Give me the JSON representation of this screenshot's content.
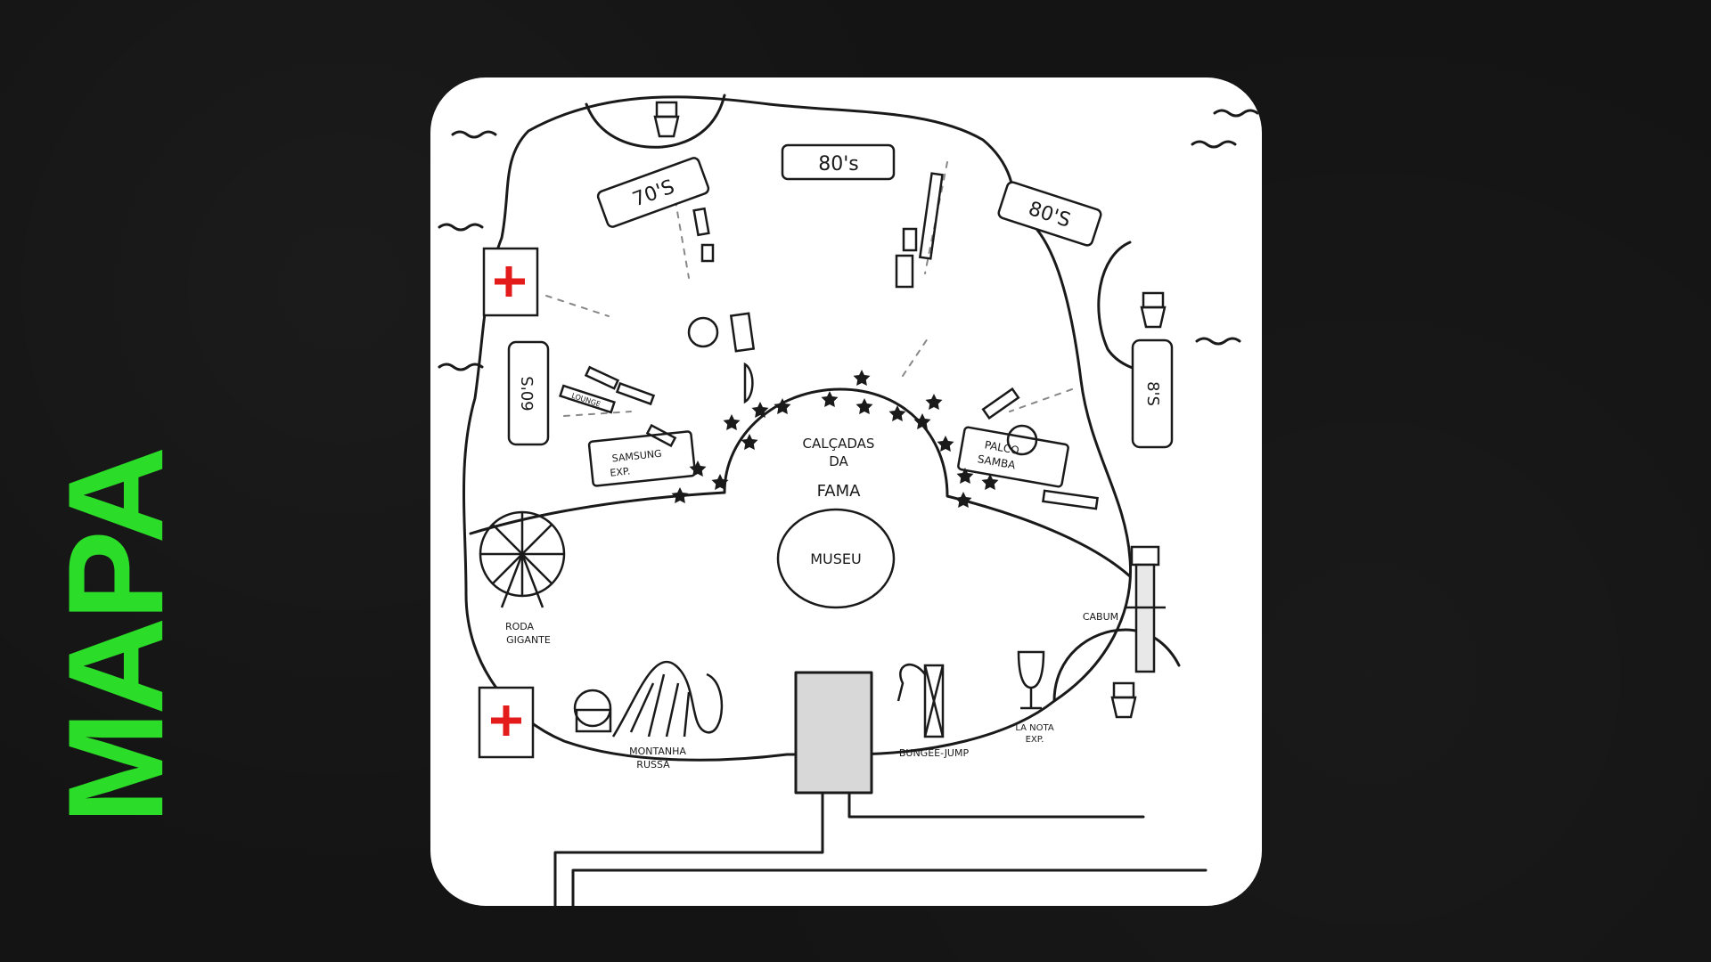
{
  "title": {
    "text": "MAPA",
    "color": "#2bdd28"
  },
  "colors": {
    "background": "#141414",
    "card": "#ffffff",
    "ink": "#1a1a1a",
    "first_aid": "#e31b1b"
  },
  "map": {
    "labels": {
      "stage_80s_top": "80's",
      "stage_70s": "70'S",
      "stage_80s_right": "80'S",
      "stage_60s": "60'S",
      "stage_80s_side": "8'S",
      "lounge": "LOUNGE",
      "calcadas_1": "CALÇADAS",
      "calcadas_2": "DA",
      "calcadas_3": "FAMA",
      "samsung_1": "SAMSUNG",
      "samsung_2": "EXP.",
      "palco_1": "PALCO",
      "palco_2": "SAMBA",
      "museu": "MUSEU",
      "cabum": "CABUM",
      "roda_1": "RODA",
      "roda_2": "GIGANTE",
      "montanha_1": "MONTANHA",
      "montanha_2": "RUSSA",
      "bungee": "BUNGEE-JUMP",
      "lanota_1": "LA NOTA",
      "lanota_2": "EXP."
    },
    "icons": [
      "first-aid-icon",
      "restroom-icon",
      "star-icon",
      "ferris-wheel-icon",
      "roller-coaster-icon",
      "bungee-tower-icon",
      "wine-glass-icon",
      "drop-tower-icon",
      "water-wave-icon"
    ]
  }
}
